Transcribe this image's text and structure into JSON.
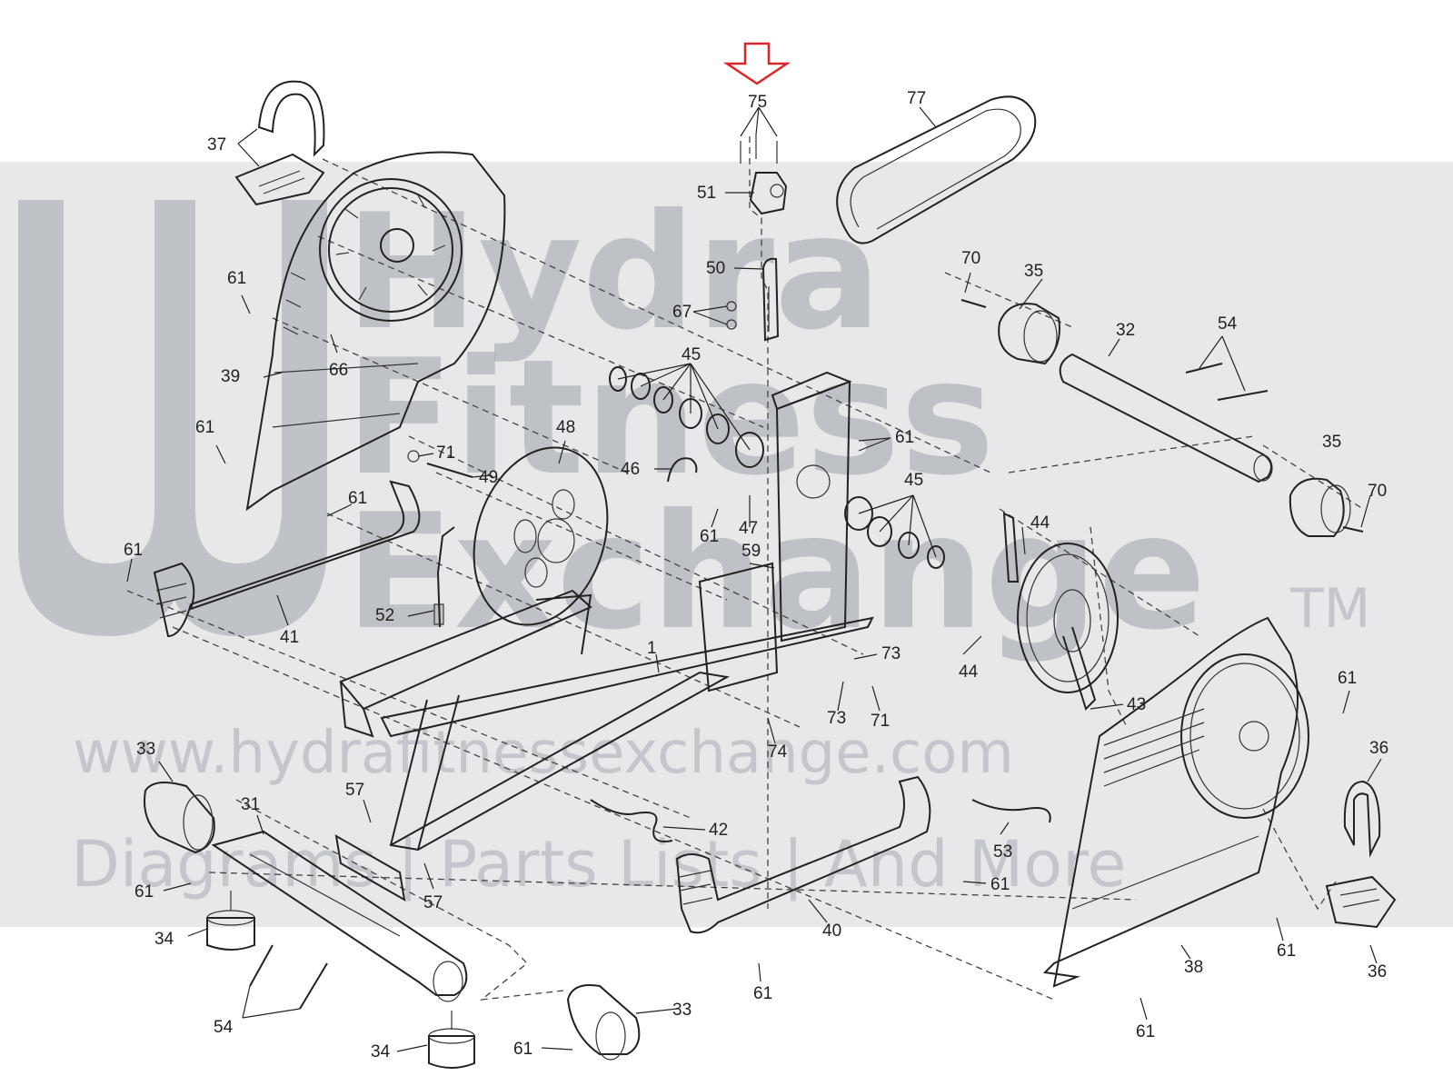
{
  "watermark": {
    "brand_line1": "Hydra",
    "brand_line2": "Fitness",
    "brand_line3": "Exchange",
    "trademark": "TM",
    "url": "www.hydrafitnessexchange.com",
    "tagline": "Diagrams | Parts Lists | And More"
  },
  "colors": {
    "highlight_arrow": "#d9262b",
    "line": "#222222",
    "watermark": "#9ea4ac"
  },
  "labels": [
    {
      "id": "75",
      "text": "75"
    },
    {
      "id": "77",
      "text": "77"
    },
    {
      "id": "37",
      "text": "37"
    },
    {
      "id": "51",
      "text": "51"
    },
    {
      "id": "50",
      "text": "50"
    },
    {
      "id": "70a",
      "text": "70"
    },
    {
      "id": "35a",
      "text": "35"
    },
    {
      "id": "61a",
      "text": "61"
    },
    {
      "id": "67",
      "text": "67"
    },
    {
      "id": "32",
      "text": "32"
    },
    {
      "id": "54a",
      "text": "54"
    },
    {
      "id": "66",
      "text": "66"
    },
    {
      "id": "45a",
      "text": "45"
    },
    {
      "id": "39",
      "text": "39"
    },
    {
      "id": "61b",
      "text": "61"
    },
    {
      "id": "48",
      "text": "48"
    },
    {
      "id": "71a",
      "text": "71"
    },
    {
      "id": "61c",
      "text": "61"
    },
    {
      "id": "35b",
      "text": "35"
    },
    {
      "id": "46",
      "text": "46"
    },
    {
      "id": "49",
      "text": "49"
    },
    {
      "id": "45b",
      "text": "45"
    },
    {
      "id": "70b",
      "text": "70"
    },
    {
      "id": "61d",
      "text": "61"
    },
    {
      "id": "44a",
      "text": "44"
    },
    {
      "id": "61e",
      "text": "61"
    },
    {
      "id": "47",
      "text": "47"
    },
    {
      "id": "61f",
      "text": "61"
    },
    {
      "id": "59",
      "text": "59"
    },
    {
      "id": "52",
      "text": "52"
    },
    {
      "id": "41",
      "text": "41"
    },
    {
      "id": "73a",
      "text": "73"
    },
    {
      "id": "44b",
      "text": "44"
    },
    {
      "id": "1",
      "text": "1"
    },
    {
      "id": "61g",
      "text": "61"
    },
    {
      "id": "73b",
      "text": "73"
    },
    {
      "id": "71b",
      "text": "71"
    },
    {
      "id": "43",
      "text": "43"
    },
    {
      "id": "33a",
      "text": "33"
    },
    {
      "id": "74",
      "text": "74"
    },
    {
      "id": "36a",
      "text": "36"
    },
    {
      "id": "31",
      "text": "31"
    },
    {
      "id": "57a",
      "text": "57"
    },
    {
      "id": "42",
      "text": "42"
    },
    {
      "id": "53",
      "text": "53"
    },
    {
      "id": "61h",
      "text": "61"
    },
    {
      "id": "57b",
      "text": "57"
    },
    {
      "id": "61i",
      "text": "61"
    },
    {
      "id": "34a",
      "text": "34"
    },
    {
      "id": "40",
      "text": "40"
    },
    {
      "id": "61j",
      "text": "61"
    },
    {
      "id": "38",
      "text": "38"
    },
    {
      "id": "36b",
      "text": "36"
    },
    {
      "id": "54b",
      "text": "54"
    },
    {
      "id": "61k",
      "text": "61"
    },
    {
      "id": "33b",
      "text": "33"
    },
    {
      "id": "34b",
      "text": "34"
    },
    {
      "id": "61l",
      "text": "61"
    },
    {
      "id": "61m",
      "text": "61"
    }
  ]
}
